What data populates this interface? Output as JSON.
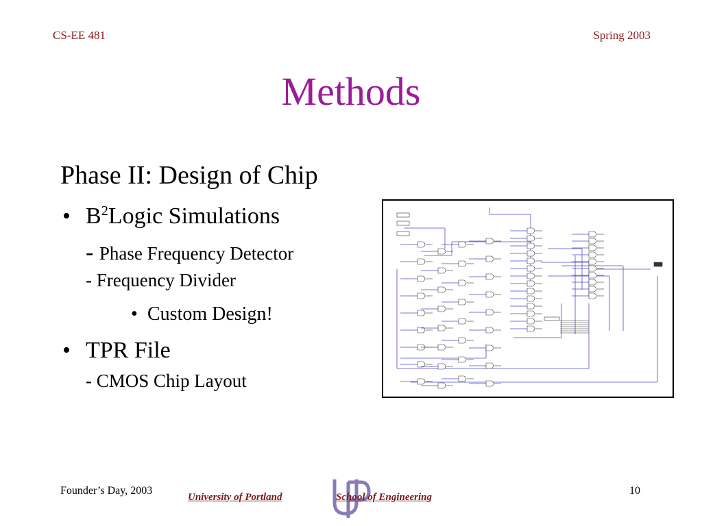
{
  "header": {
    "course": "CS-EE 481",
    "term": "Spring 2003"
  },
  "slide": {
    "title": "Methods",
    "heading": "Phase II: Design of Chip",
    "bullet1": {
      "prefix": "B",
      "sup": "2",
      "rest": "Logic Simulations",
      "sub1_dash": "- ",
      "sub1_text": "Phase Frequency Detector",
      "sub2": "- Frequency Divider",
      "nested": "Custom Design!"
    },
    "bullet2": {
      "text": "TPR File",
      "sub": "- CMOS Chip Layout"
    }
  },
  "footer": {
    "event": "Founder’s Day, 2003",
    "university": "University of Portland",
    "school": "School of Engineering",
    "page": "10"
  },
  "colors": {
    "title": "#9b1b9b",
    "header": "#8b1a1a",
    "wire": "#4a4acc",
    "logo": "#8a7ab8"
  }
}
